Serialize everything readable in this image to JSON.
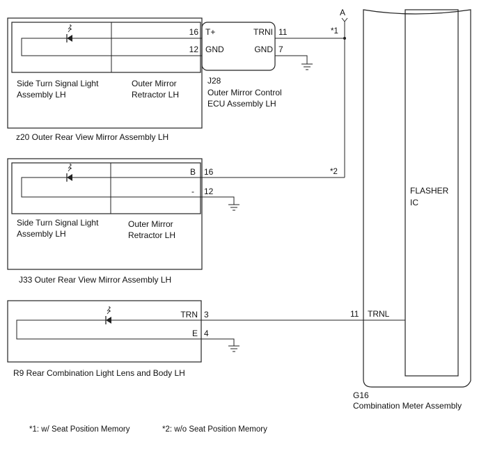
{
  "mirror_z20": {
    "light_label": [
      "Side Turn Signal Light",
      "Assembly LH"
    ],
    "retractor_label": [
      "Outer Mirror",
      "Retractor LH"
    ],
    "pin_top": "16",
    "pin_bottom": "12",
    "caption": "z20  Outer Rear View Mirror Assembly LH"
  },
  "ecu_j28": {
    "pin_tplus": "T+",
    "pin_gnd_left": "GND",
    "pin_trni": "TRNI",
    "pin_gnd_right": "GND",
    "pin_11": "11",
    "pin_7": "7",
    "code": "J28",
    "name_lines": [
      "Outer Mirror Control",
      "ECU Assembly LH"
    ]
  },
  "mirror_j33": {
    "light_label": [
      "Side Turn Signal Light",
      "Assembly LH"
    ],
    "retractor_label": [
      "Outer Mirror",
      "Retractor LH"
    ],
    "term_b": "B",
    "term_dash": "-",
    "pin_top": "16",
    "pin_bottom": "12",
    "caption": "J33   Outer Rear View Mirror Assembly LH"
  },
  "rear_r9": {
    "term_trn": "TRN",
    "term_e": "E",
    "pin_3": "3",
    "pin_4": "4",
    "caption": "R9  Rear Combination Light Lens and Body LH"
  },
  "meter_g16": {
    "flasher_label": [
      "FLASHER",
      "IC"
    ],
    "pin_11": "11",
    "term_trnl": "TRNL",
    "code": "G16",
    "name": "Combination Meter Assembly"
  },
  "connector_a": "A",
  "note_marks": {
    "star1": "*1",
    "star2": "*2"
  },
  "footnotes": {
    "note1": "*1: w/ Seat Position Memory",
    "note2": "*2: w/o Seat Position Memory"
  }
}
